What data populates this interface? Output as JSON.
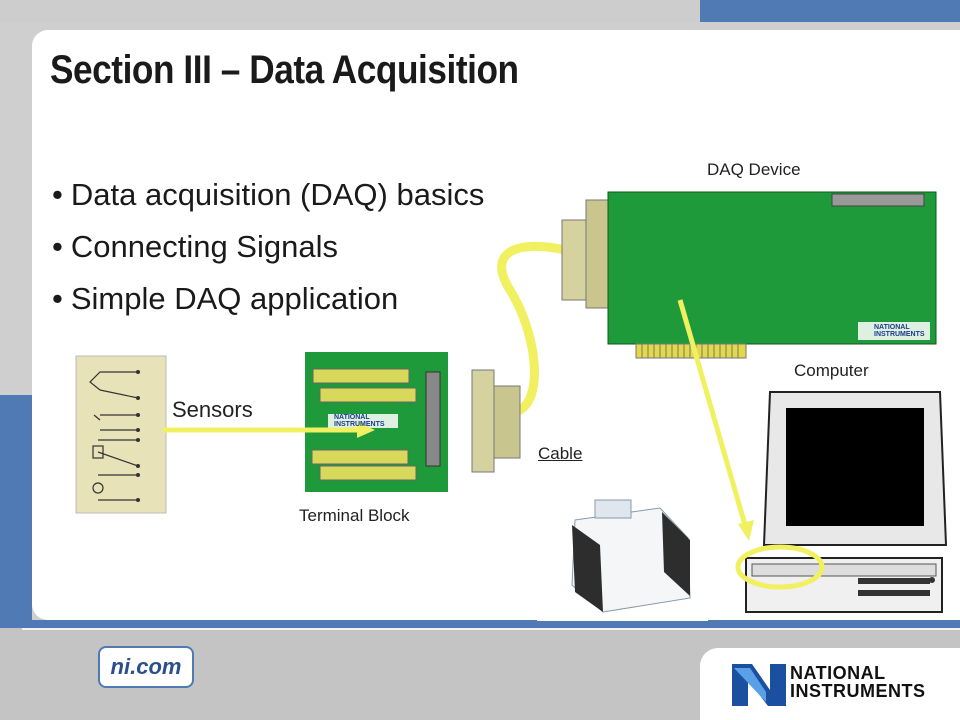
{
  "slide": {
    "title": "Section III – Data Acquisition",
    "bullets": [
      "Data acquisition (DAQ) basics",
      "Connecting Signals",
      "Simple DAQ application"
    ]
  },
  "diagram": {
    "labels": {
      "daq_device": "DAQ Device",
      "computer": "Computer",
      "sensors": "Sensors",
      "cable": "Cable",
      "terminal_block": "Terminal Block"
    },
    "board_brand_lines": [
      "NATIONAL",
      "INSTRUMENTS"
    ]
  },
  "footer": {
    "site": "ni.com",
    "brand_lines": [
      "NATIONAL",
      "INSTRUMENTS"
    ]
  },
  "colors": {
    "accent_blue": "#4f7ab4",
    "board_green": "#1e9a3a",
    "arrow_yellow": "#f0f060",
    "photo_border": "#c0504d"
  }
}
